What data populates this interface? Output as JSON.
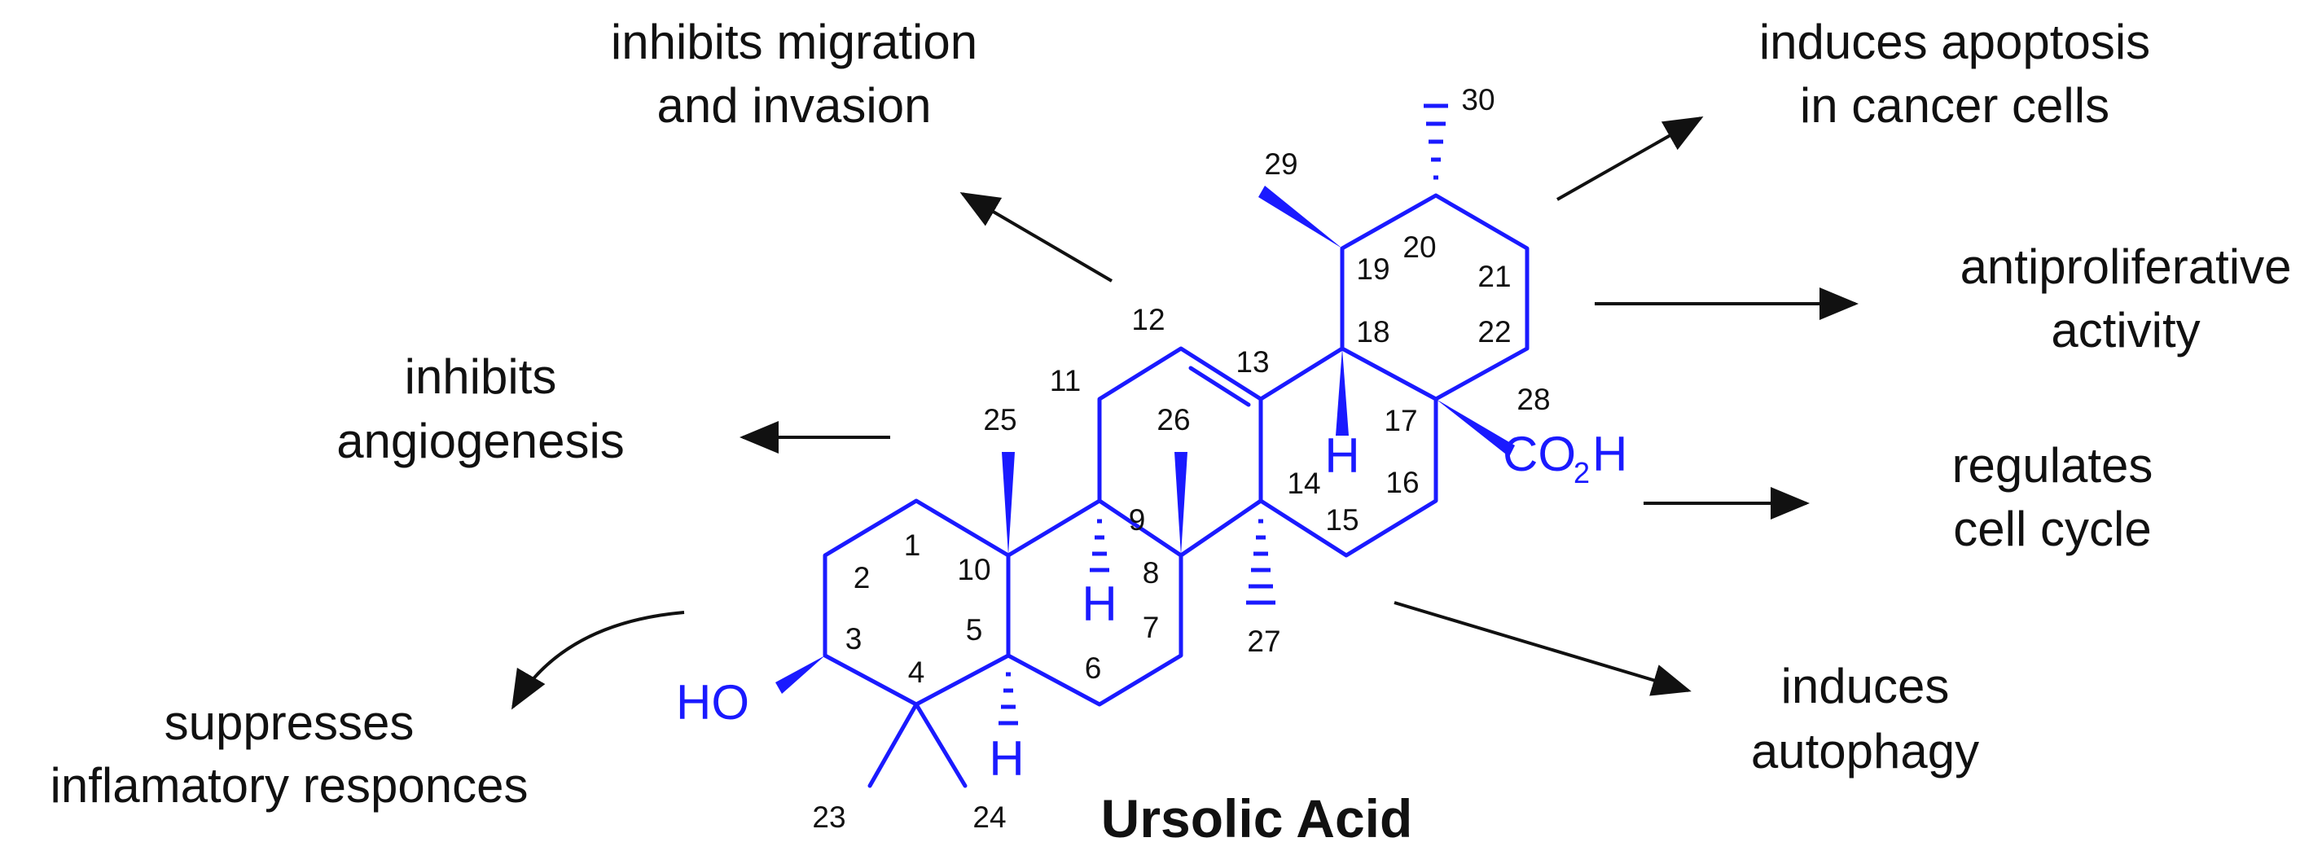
{
  "compound": {
    "name": "Ursolic Acid",
    "atom_labels": {
      "hydroxyl": "HO",
      "acid": "CO",
      "acid_subscript": "2",
      "acid_h": "H",
      "h": "H"
    },
    "carbon_numbers": [
      "1",
      "2",
      "3",
      "4",
      "5",
      "6",
      "7",
      "8",
      "9",
      "10",
      "11",
      "12",
      "13",
      "14",
      "15",
      "16",
      "17",
      "18",
      "19",
      "20",
      "21",
      "22",
      "23",
      "24",
      "25",
      "26",
      "27",
      "28",
      "29",
      "30"
    ]
  },
  "effects": [
    {
      "id": "migration",
      "lines": [
        "inhibits migration",
        "and invasion"
      ]
    },
    {
      "id": "angiogenesis",
      "lines": [
        "inhibits",
        "angiogenesis"
      ]
    },
    {
      "id": "inflammation",
      "lines": [
        "suppresses",
        "inflamatory responces"
      ]
    },
    {
      "id": "apoptosis",
      "lines": [
        "induces apoptosis",
        "in cancer cells"
      ]
    },
    {
      "id": "antiproliferative",
      "lines": [
        "antiproliferative",
        "activity"
      ]
    },
    {
      "id": "cell-cycle",
      "lines": [
        "regulates",
        "cell cycle"
      ]
    },
    {
      "id": "autophagy",
      "lines": [
        "induces",
        "autophagy"
      ]
    }
  ],
  "colors": {
    "structure": "#1a1aff",
    "text": "#111111"
  }
}
